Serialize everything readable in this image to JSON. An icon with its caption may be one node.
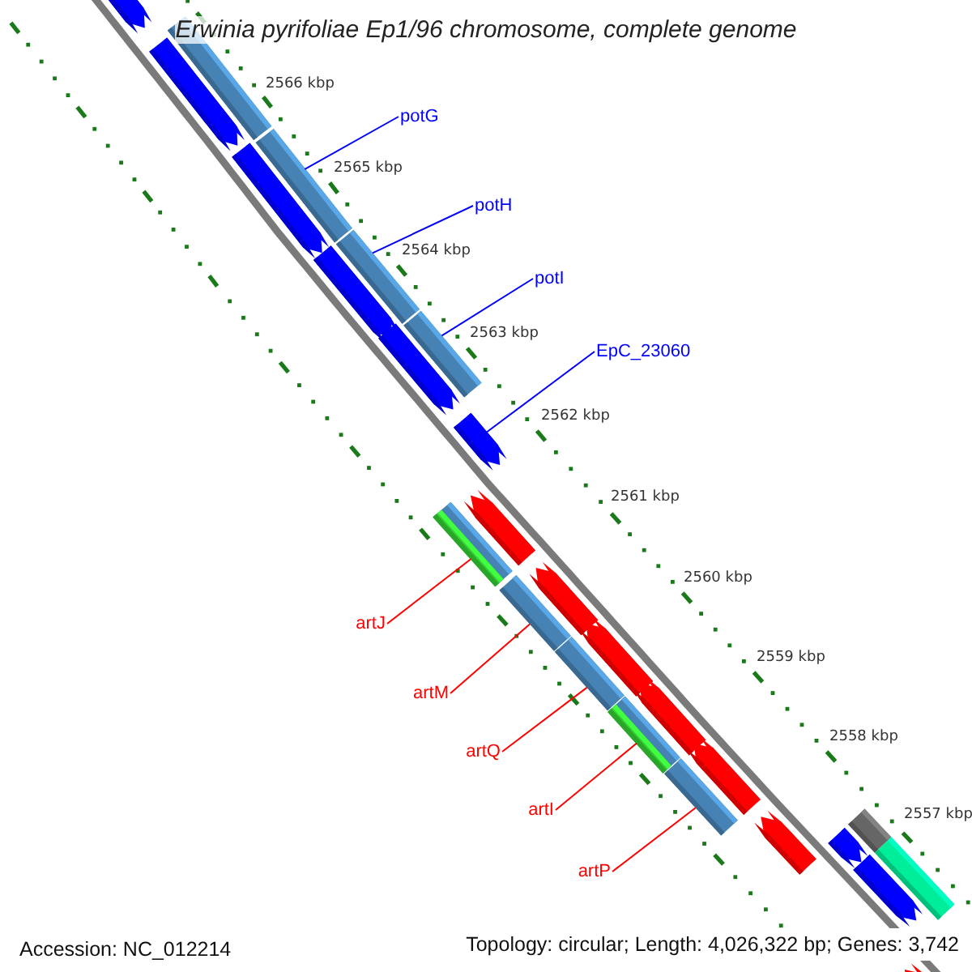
{
  "diagram": {
    "title": "Erwinia pyrifoliae Ep1/96 chromosome, complete genome",
    "nodes": [
      {
        "text": [
          "potG"
        ]
      },
      {
        "text": [
          "potH"
        ]
      },
      {
        "text": [
          "potI"
        ]
      },
      {
        "text": [
          "EpC_23060"
        ]
      },
      {
        "text": [
          "artJ"
        ]
      },
      {
        "text": [
          "artM"
        ]
      },
      {
        "text": [
          "artQ"
        ]
      },
      {
        "text": [
          "artI"
        ]
      },
      {
        "text": [
          "artP"
        ]
      },
      {
        "text": [],
        "shape": "bar"
      },
      {
        "text": [],
        "shape": "bar"
      },
      {
        "text": [],
        "shape": "bar"
      },
      {
        "text": [],
        "shape": "bar"
      },
      {
        "text": [],
        "shape": "bar"
      },
      {
        "text": [],
        "shape": "bar"
      },
      {
        "text": [],
        "shape": "bar"
      },
      {
        "text": [],
        "shape": "bar"
      },
      {
        "text": [],
        "shape": "bar"
      },
      {
        "text": [],
        "shape": "bar"
      },
      {
        "text": [],
        "shape": "bar"
      },
      {
        "text": [],
        "shape": "bar"
      },
      {
        "text": [],
        "shape": "bar"
      },
      {
        "text": [],
        "shape": "bar"
      },
      {
        "text": [],
        "shape": "bar"
      },
      {
        "text": [],
        "shape": "bar"
      },
      {
        "text": [],
        "shape": "bar"
      },
      {
        "text": [],
        "shape": "bar"
      },
      {
        "text": [],
        "shape": "bar"
      },
      {
        "text": [],
        "shape": "bar"
      },
      {
        "text": [],
        "shape": "bar"
      },
      {
        "text": [],
        "shape": "bar"
      },
      {
        "text": [],
        "shape": "bar"
      },
      {
        "text": [],
        "shape": "bar"
      },
      {
        "text": [],
        "shape": "bar"
      },
      {
        "text": [],
        "shape": "bar"
      }
    ],
    "edges": [
      {
        "from": 0,
        "to": 13,
        "arrow": "none",
        "color": "#0000ff"
      },
      {
        "from": 1,
        "to": 15,
        "arrow": "none",
        "color": "#0000ff"
      },
      {
        "from": 2,
        "to": 17,
        "arrow": "none",
        "color": "#0000ff"
      },
      {
        "from": 3,
        "to": 18,
        "arrow": "none",
        "color": "#0000ff"
      },
      {
        "from": 4,
        "to": 19,
        "arrow": "none"
      },
      {
        "from": 5,
        "to": 21,
        "arrow": "none"
      },
      {
        "from": 6,
        "to": 24,
        "arrow": "none"
      },
      {
        "from": 7,
        "to": 26,
        "arrow": "none"
      },
      {
        "from": 8,
        "to": 28,
        "arrow": "none"
      }
    ],
    "labels": [
      "2566 kbp",
      "2565 kbp",
      "2564 kbp",
      "2563 kbp",
      "2562 kbp",
      "2561 kbp",
      "2560 kbp",
      "2559 kbp",
      "2558 kbp",
      "2557 kbp",
      "Accession: NC_012214",
      "Topology: circular; Length: 4,026,322 bp; Genes: 3,742"
    ]
  }
}
